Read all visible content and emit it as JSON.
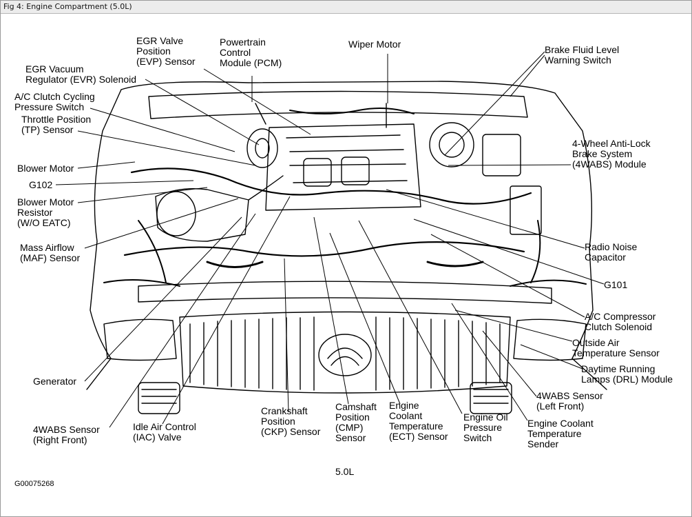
{
  "window": {
    "title": "Fig 4: Engine Compartment (5.0L)"
  },
  "diagram": {
    "engine_label": "5.0L",
    "figure_code": "G00075268",
    "callouts": {
      "egr_valve_position": "EGR Valve\nPosition\n(EVP) Sensor",
      "pcm": "Powertrain\nControl\nModule (PCM)",
      "wiper_motor": "Wiper Motor",
      "brake_fluid_switch": "Brake Fluid Level\nWarning Switch",
      "egr_vacuum_regulator": "EGR Vacuum\nRegulator (EVR) Solenoid",
      "ac_clutch_cycling": "A/C Clutch Cycling\nPressure Switch",
      "throttle_position": "Throttle Position\n(TP) Sensor",
      "blower_motor": "Blower Motor",
      "g102": "G102",
      "blower_motor_resistor": "Blower Motor\nResistor\n(W/O EATC)",
      "mass_airflow": "Mass Airflow\n(MAF) Sensor",
      "four_wabs_module": "4-Wheel Anti-Lock\nBrake System\n(4WABS) Module",
      "radio_noise_capacitor": "Radio Noise\nCapacitor",
      "g101": "G101",
      "ac_compressor_solenoid": "A/C Compressor\nClutch Solenoid",
      "outside_air_temp": "Outside Air\nTemperature Sensor",
      "drl_module": "Daytime Running\nLamps (DRL) Module",
      "generator": "Generator",
      "four_wabs_left_front": "4WABS Sensor\n(Left Front)",
      "four_wabs_right_front": "4WABS Sensor\n(Right Front)",
      "idle_air_control": "Idle Air Control\n(IAC) Valve",
      "crankshaft_position": "Crankshaft\nPosition\n(CKP) Sensor",
      "camshaft_position": "Camshaft\nPosition\n(CMP)\nSensor",
      "engine_coolant_temp_sensor": "Engine\nCoolant\nTemperature\n(ECT) Sensor",
      "engine_oil_pressure": "Engine Oil\nPressure\nSwitch",
      "engine_coolant_temp_sender": "Engine Coolant\nTemperature\nSender"
    }
  }
}
